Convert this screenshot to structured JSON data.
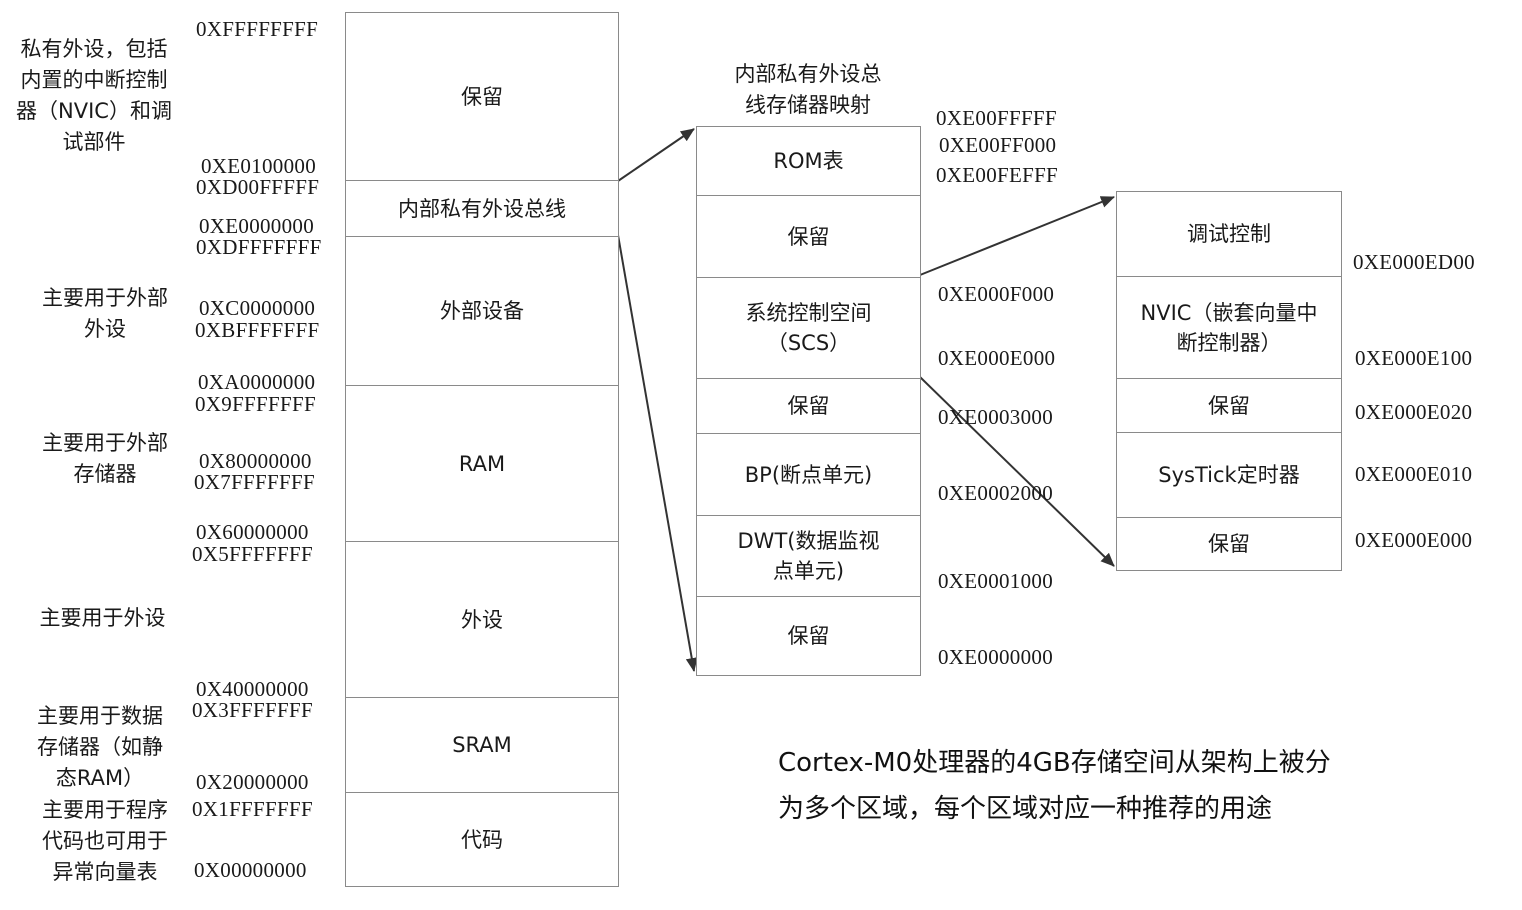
{
  "main_map": {
    "regions": [
      {
        "label": "保留"
      },
      {
        "label": "内部私有外设总线"
      },
      {
        "label": "外部设备"
      },
      {
        "label": "RAM"
      },
      {
        "label": "外设"
      },
      {
        "label": "SRAM"
      },
      {
        "label": "代码"
      }
    ],
    "addresses": [
      "0XFFFFFFFF",
      "0XE0100000",
      "0XD00FFFFF",
      "0XE0000000",
      "0XDFFFFFFF",
      "0XC0000000",
      "0XBFFFFFFF",
      "0XA0000000",
      "0X9FFFFFFF",
      "0X80000000",
      "0X7FFFFFFF",
      "0X60000000",
      "0X5FFFFFFF",
      "0X40000000",
      "0X3FFFFFFF",
      "0X20000000",
      "0X1FFFFFFF",
      "0X00000000"
    ],
    "descriptions": [
      "私有外设，包括\n内置的中断控制\n器（NVIC）和调\n试部件",
      "主要用于外部\n外设",
      "主要用于外部\n存储器",
      "主要用于外设",
      "主要用于数据\n存储器（如静\n态RAM）",
      "主要用于程序\n代码也可用于\n异常向量表"
    ]
  },
  "ppb_map": {
    "title": "内部私有外设总\n线存储器映射",
    "regions": [
      {
        "label": "ROM表"
      },
      {
        "label": "保留"
      },
      {
        "label": "系统控制空间\n（SCS）"
      },
      {
        "label": "保留"
      },
      {
        "label": "BP(断点单元)"
      },
      {
        "label": "DWT(数据监视\n点单元)"
      },
      {
        "label": "保留"
      }
    ],
    "addresses": [
      "0XE00FFFFF",
      "0XE00FF000",
      "0XE00FEFFF",
      "0XE000F000",
      "0XE000E000",
      "0XE0003000",
      "0XE0002000",
      "0XE0001000",
      "0XE0000000"
    ]
  },
  "scs_map": {
    "regions": [
      {
        "label": "调试控制"
      },
      {
        "label": "NVIC（嵌套向量中\n断控制器）"
      },
      {
        "label": "保留"
      },
      {
        "label": "SysTick定时器"
      },
      {
        "label": "保留"
      }
    ],
    "addresses": [
      "0XE000ED00",
      "0XE000E100",
      "0XE000E020",
      "0XE000E010",
      "0XE000E000"
    ]
  },
  "note": "Cortex-M0处理器的4GB存储空间从架构上被分\n为多个区域，每个区域对应一种推荐的用途",
  "colors": {
    "border": "#8a8a8a",
    "arrow": "#333333",
    "text": "#1a1a1a"
  }
}
